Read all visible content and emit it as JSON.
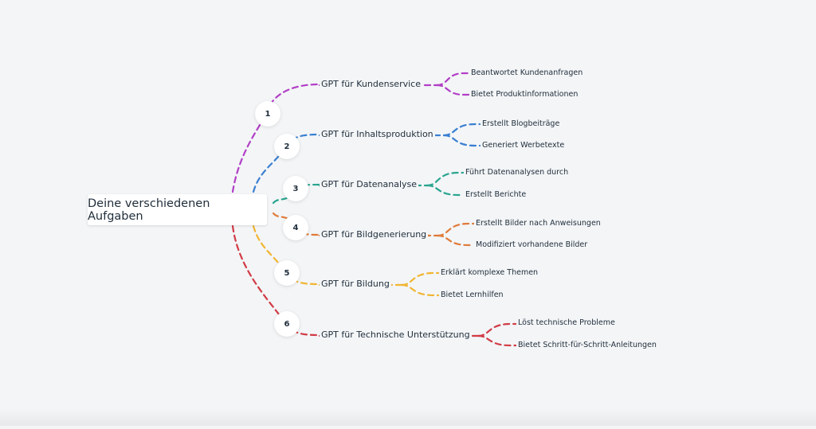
{
  "root": {
    "label": "Deine verschiedenen Aufgaben"
  },
  "branches": [
    {
      "number": "1",
      "label": "GPT für Kundenservice",
      "color": "#b23fc6",
      "leaves": [
        "Beantwortet Kundenanfragen",
        "Bietet Produktinformationen"
      ]
    },
    {
      "number": "2",
      "label": "GPT für Inhaltsproduktion",
      "color": "#3a7fd1",
      "leaves": [
        "Erstellt Blogbeiträge",
        "Generiert Werbetexte"
      ]
    },
    {
      "number": "3",
      "label": "GPT für Datenanalyse",
      "color": "#2aa58f",
      "leaves": [
        "Führt Datenanalysen durch",
        "Erstellt Berichte"
      ]
    },
    {
      "number": "4",
      "label": "GPT für Bildgenerierung",
      "color": "#e07b39",
      "leaves": [
        "Erstellt Bilder nach Anweisungen",
        "Modifiziert vorhandene Bilder"
      ]
    },
    {
      "number": "5",
      "label": "GPT für Bildung",
      "color": "#f2b531",
      "leaves": [
        "Erklärt komplexe Themen",
        "Bietet Lernhilfen"
      ]
    },
    {
      "number": "6",
      "label": "GPT für Technische Unterstützung",
      "color": "#d23b45",
      "leaves": [
        "Löst technische Probleme",
        "Bietet Schritt-für-Schritt-Anleitungen"
      ]
    }
  ]
}
